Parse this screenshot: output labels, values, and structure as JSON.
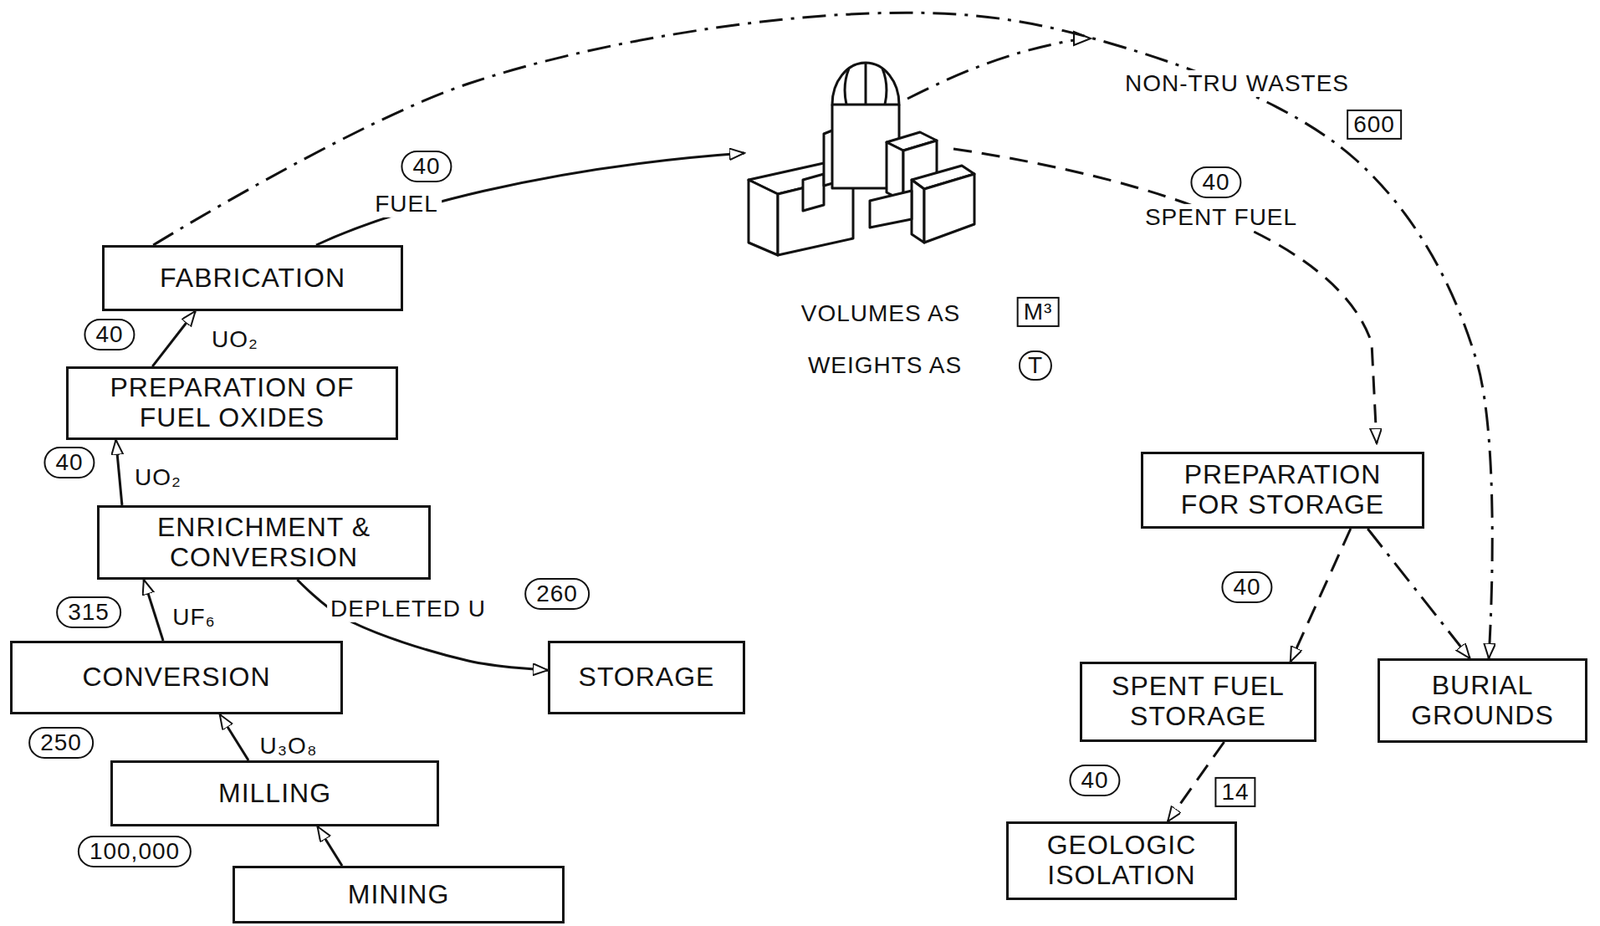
{
  "diagram": {
    "nodes": [
      {
        "text": [
          "FABRICATION"
        ]
      },
      {
        "text": [
          "PREPARATION OF FUEL OXIDES"
        ]
      },
      {
        "text": [
          "ENRICHMENT & CONVERSION"
        ]
      },
      {
        "text": [
          "CONVERSION"
        ]
      },
      {
        "text": [
          "MILLING"
        ]
      },
      {
        "text": [
          "MINING"
        ]
      },
      {
        "text": [
          "STORAGE"
        ]
      },
      {
        "text": [
          "PREPARATION FOR STORAGE"
        ]
      },
      {
        "text": [
          "SPENT FUEL STORAGE"
        ]
      },
      {
        "text": [
          "BURIAL GROUNDS"
        ]
      },
      {
        "text": [
          "GEOLOGIC ISOLATION"
        ]
      }
    ],
    "edges": [
      {
        "from": 5,
        "to": 4,
        "arrow": "to"
      },
      {
        "from": 4,
        "to": 3,
        "label": "U₃O₈",
        "arrow": "to"
      },
      {
        "from": 3,
        "to": 2,
        "label": "UF₆",
        "arrow": "to"
      },
      {
        "from": 2,
        "to": 1,
        "label": "UO₂",
        "arrow": "to"
      },
      {
        "from": 1,
        "to": 0,
        "label": "UO₂",
        "arrow": "to"
      },
      {
        "from": 2,
        "to": 6,
        "label": "DEPLETED U",
        "arrow": "to"
      },
      {
        "from": 0,
        "to": 9,
        "arrow": "to"
      },
      {
        "from": 7,
        "to": 8,
        "arrow": "to"
      },
      {
        "from": 7,
        "to": 9,
        "arrow": "to"
      },
      {
        "from": 8,
        "to": 10,
        "arrow": "to"
      }
    ],
    "labels": [
      "40",
      "FUEL",
      "40",
      "40",
      "315",
      "260",
      "250",
      "100,000",
      "NON-TRU WASTES",
      "600",
      "40",
      "SPENT FUEL",
      "VOLUMES AS",
      "M³",
      "WEIGHTS AS",
      "T",
      "40",
      "40",
      "14"
    ]
  }
}
